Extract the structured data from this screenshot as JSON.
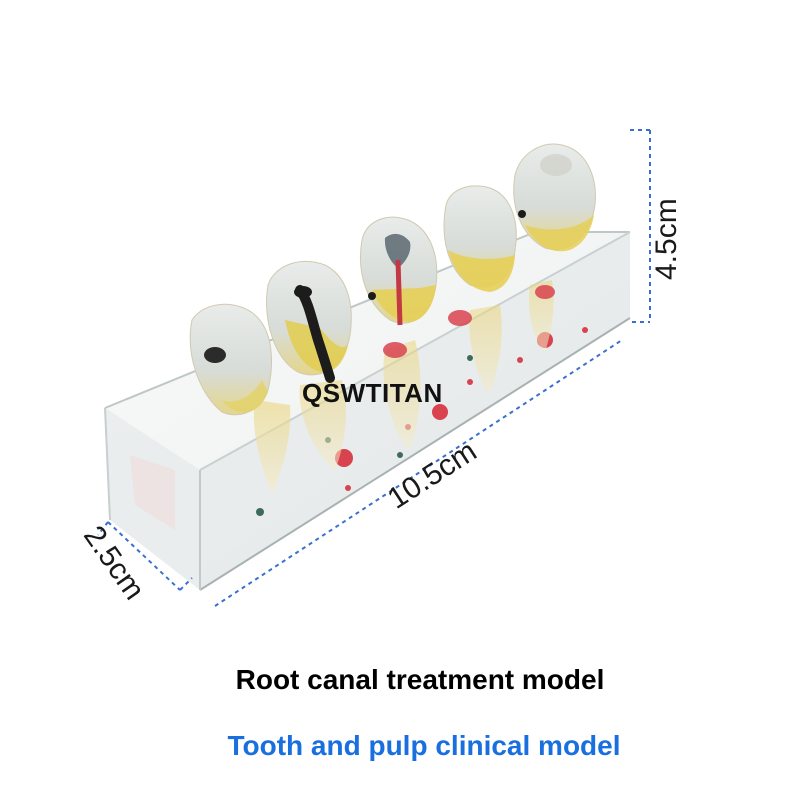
{
  "watermark": "QSWTITAN",
  "dimensions": {
    "length": "10.5cm",
    "height": "4.5cm",
    "depth": "2.5cm"
  },
  "captions": {
    "title": "Root canal treatment model",
    "subtitle": "Tooth and pulp clinical model"
  },
  "colors": {
    "caption_subtitle": "#1a6fe0",
    "dimension_line": "#3a6fd0",
    "pulp_red": "#d8434f",
    "tooth_yellow": "#e7d36a"
  }
}
